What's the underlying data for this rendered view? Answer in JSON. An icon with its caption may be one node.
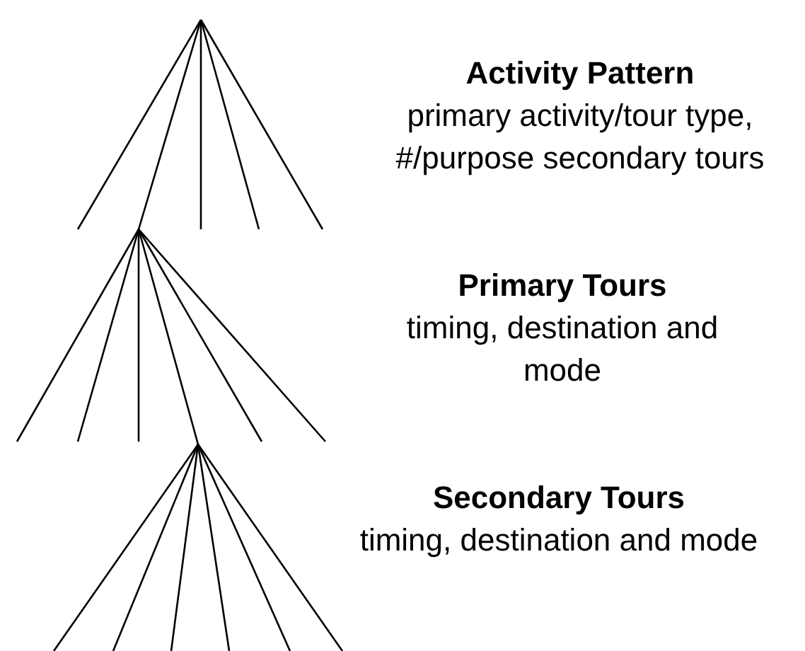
{
  "diagram": {
    "labels": [
      "Activity Pattern",
      "primary activity/tour type, #/purpose secondary tours",
      "Primary Tours",
      "timing, destination and mode",
      "Secondary Tours",
      "timing, destination and mode"
    ]
  }
}
